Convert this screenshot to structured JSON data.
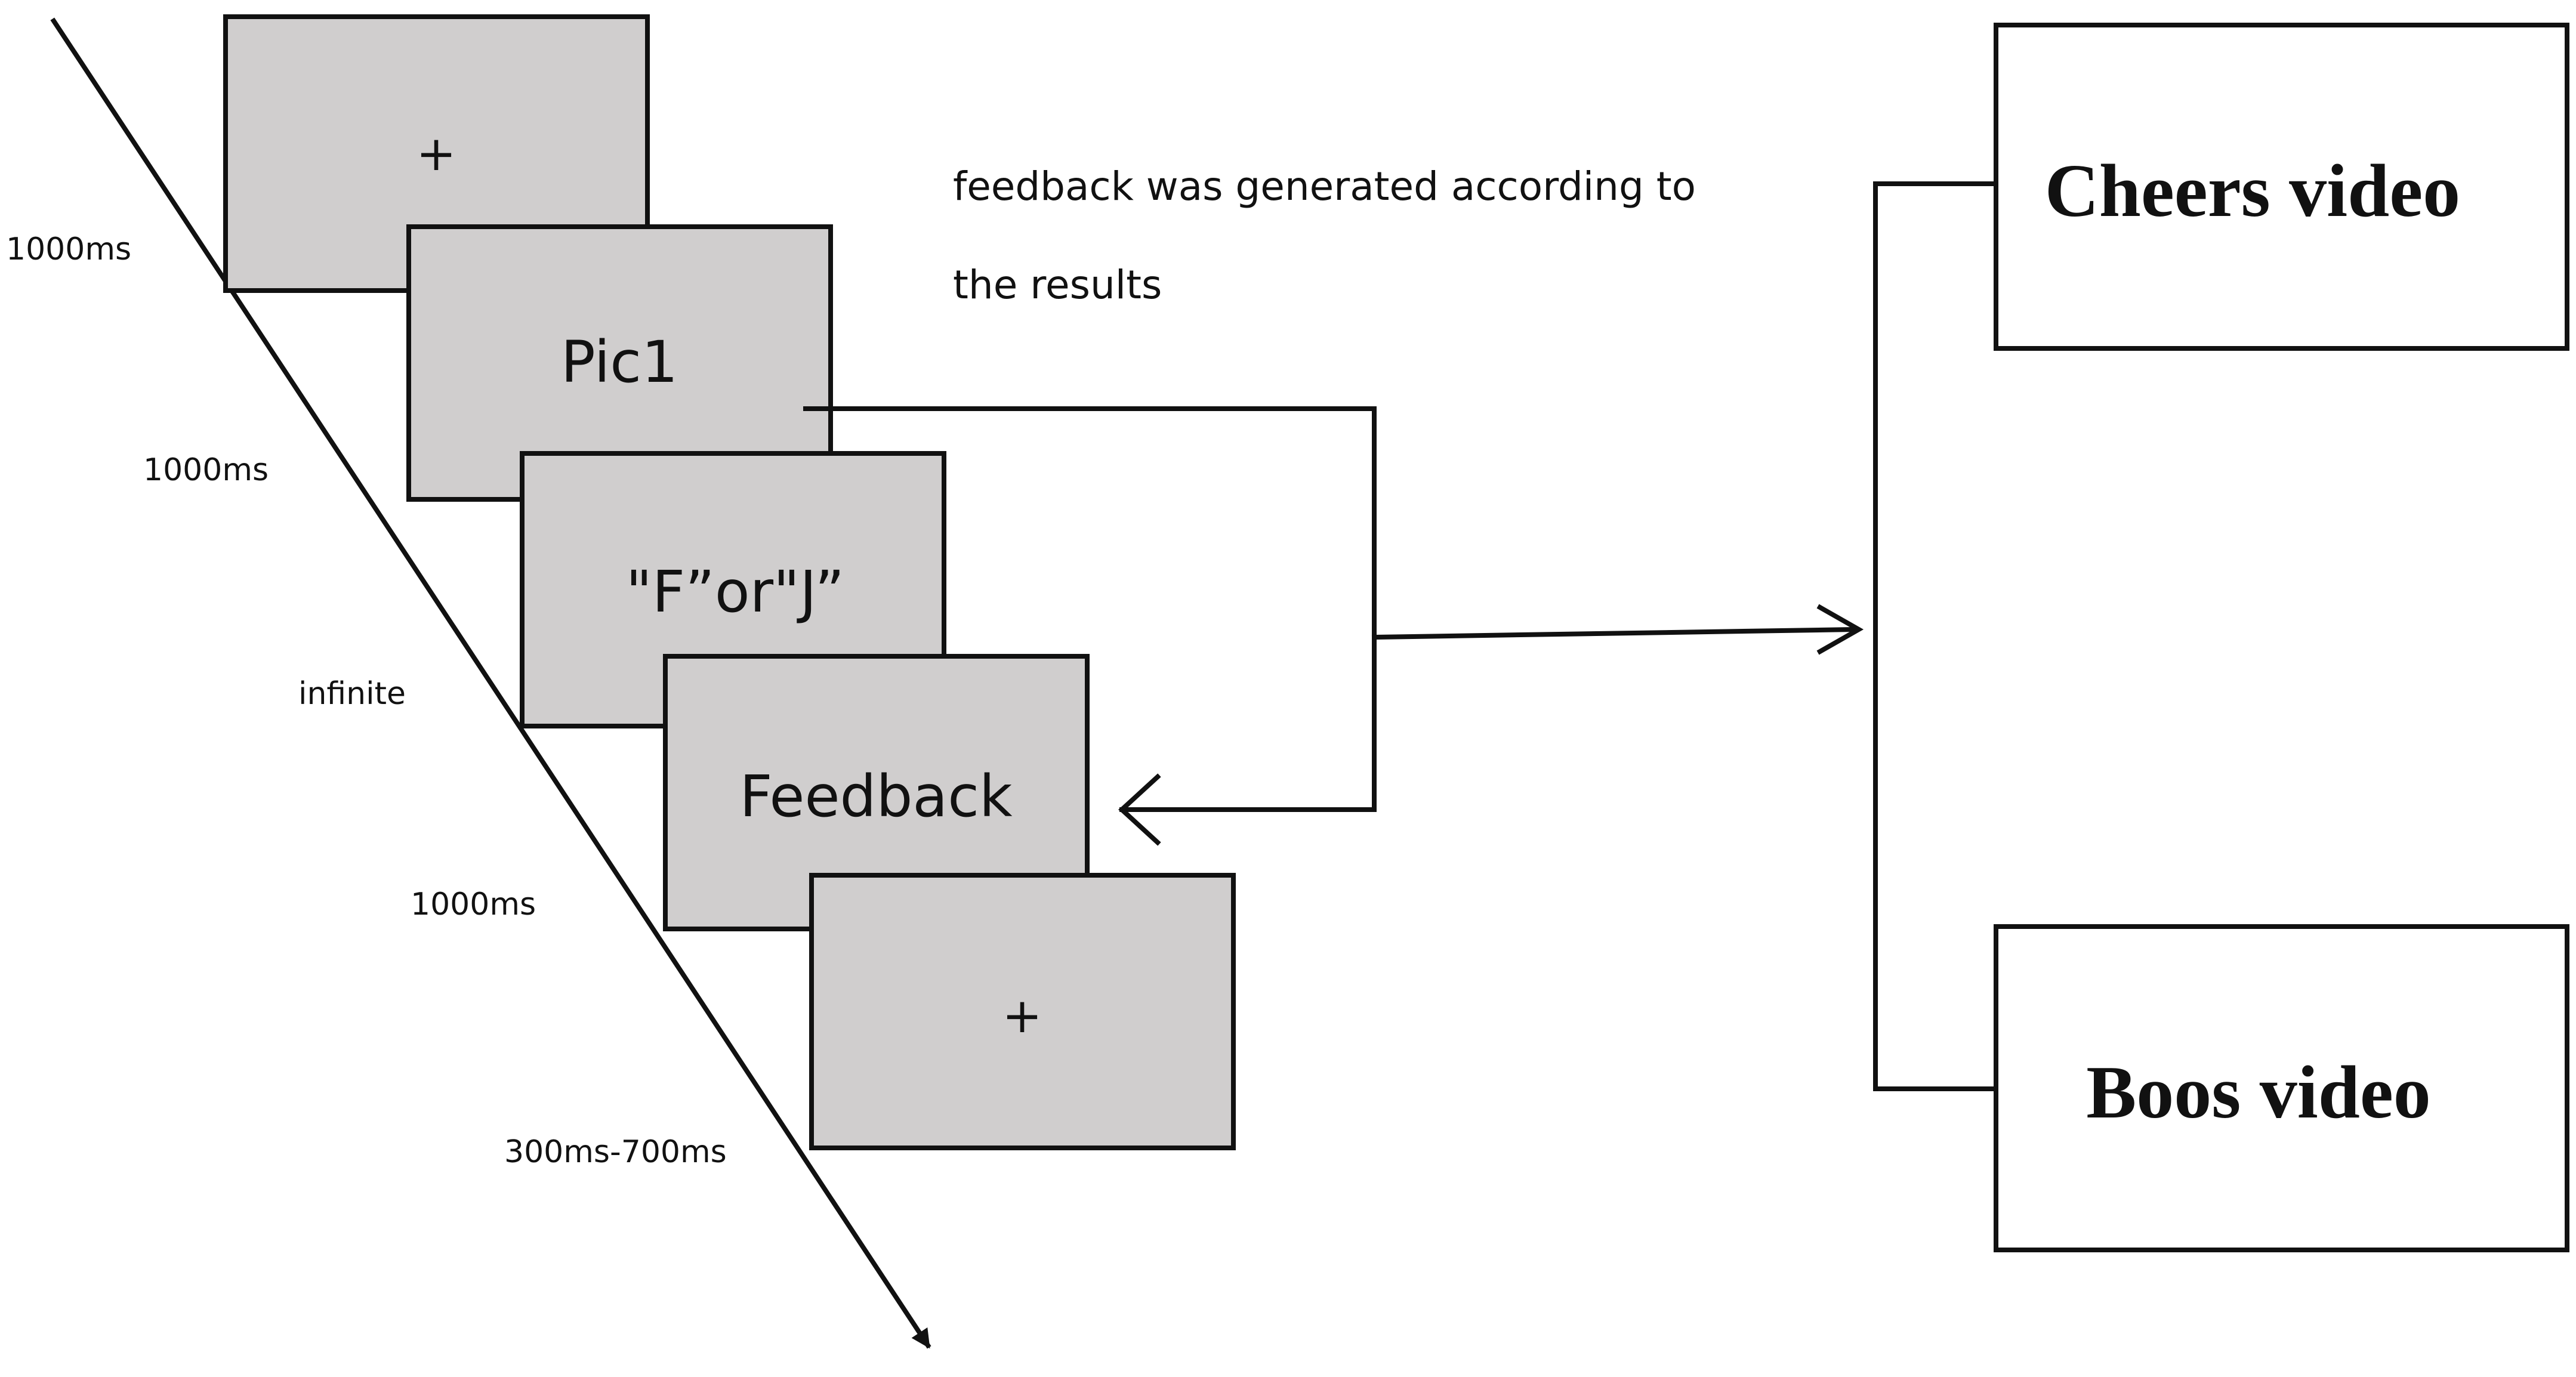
{
  "screens": [
    {
      "id": "fixation-1",
      "text": "+"
    },
    {
      "id": "stimulus",
      "text": "Pic1"
    },
    {
      "id": "response",
      "text": "\"F”or\"J”"
    },
    {
      "id": "feedback",
      "text": "Feedback"
    },
    {
      "id": "fixation-2",
      "text": "+"
    }
  ],
  "timings": [
    "1000ms",
    "1000ms",
    "infinite",
    "1000ms",
    "300ms-700ms"
  ],
  "note": {
    "line1": "feedback was generated according to",
    "line2": "the results"
  },
  "videos": {
    "cheers": "Cheers video",
    "boos": "Boos video"
  },
  "colors": {
    "screen_fill": "#d0cece",
    "stroke": "#111111",
    "background": "#ffffff"
  }
}
